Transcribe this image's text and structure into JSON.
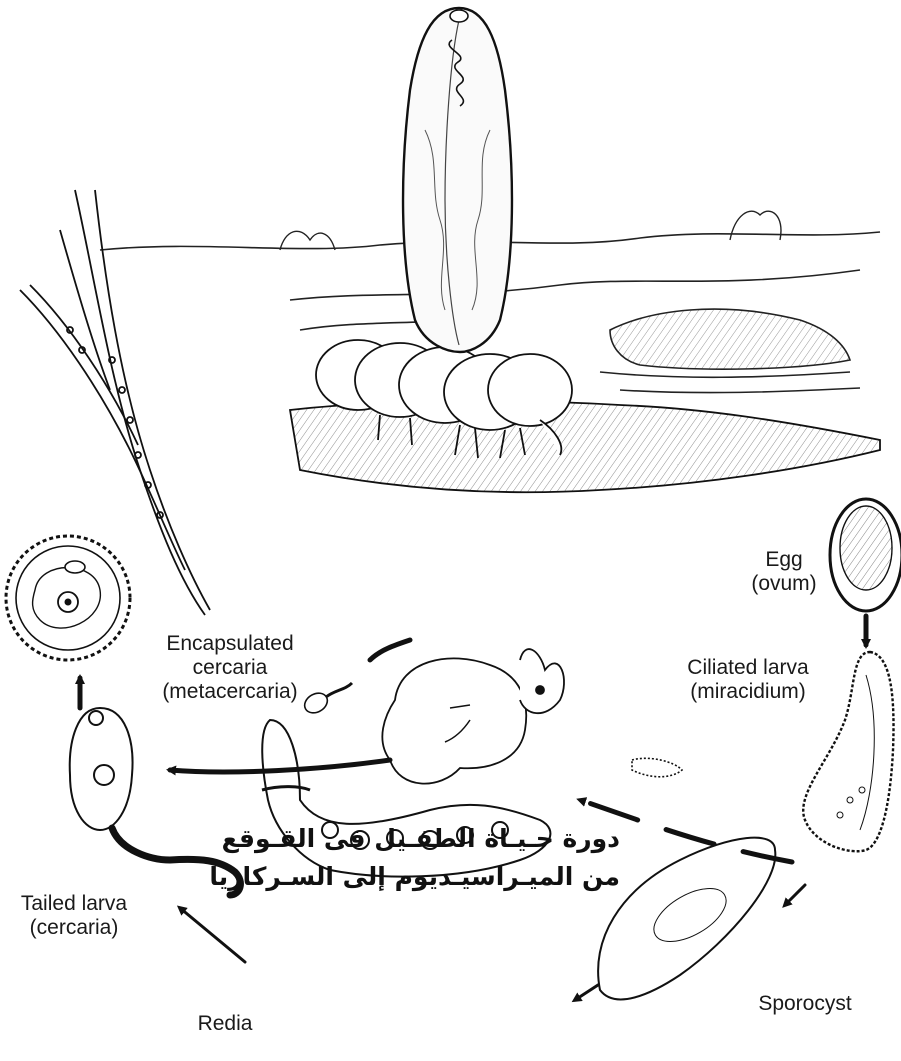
{
  "labels": {
    "egg": {
      "line1": "Egg",
      "line2": "(ovum)"
    },
    "miracidium": {
      "line1": "Ciliated larva",
      "line2": "(miracidium)"
    },
    "sporocyst": {
      "line1": "Sporocyst"
    },
    "redia": {
      "line1": "Redia"
    },
    "cercaria": {
      "line1": "Tailed larva",
      "line2": "(cercaria)"
    },
    "metacercaria": {
      "line1": "Encapsulated",
      "line2": "cercaria",
      "line3": "(metacercaria)"
    }
  },
  "caption": {
    "line1": "دورة حـيـاة الطفـيل فى القـوقع",
    "line2": "من الميـراسيـديوم إلى السـركاريا"
  },
  "icons": [
    "liver-fluke-adult",
    "sheep-herd",
    "egg",
    "miracidium",
    "snail-host",
    "sporocyst",
    "redia",
    "cercaria",
    "metacercaria",
    "grass-blades"
  ]
}
